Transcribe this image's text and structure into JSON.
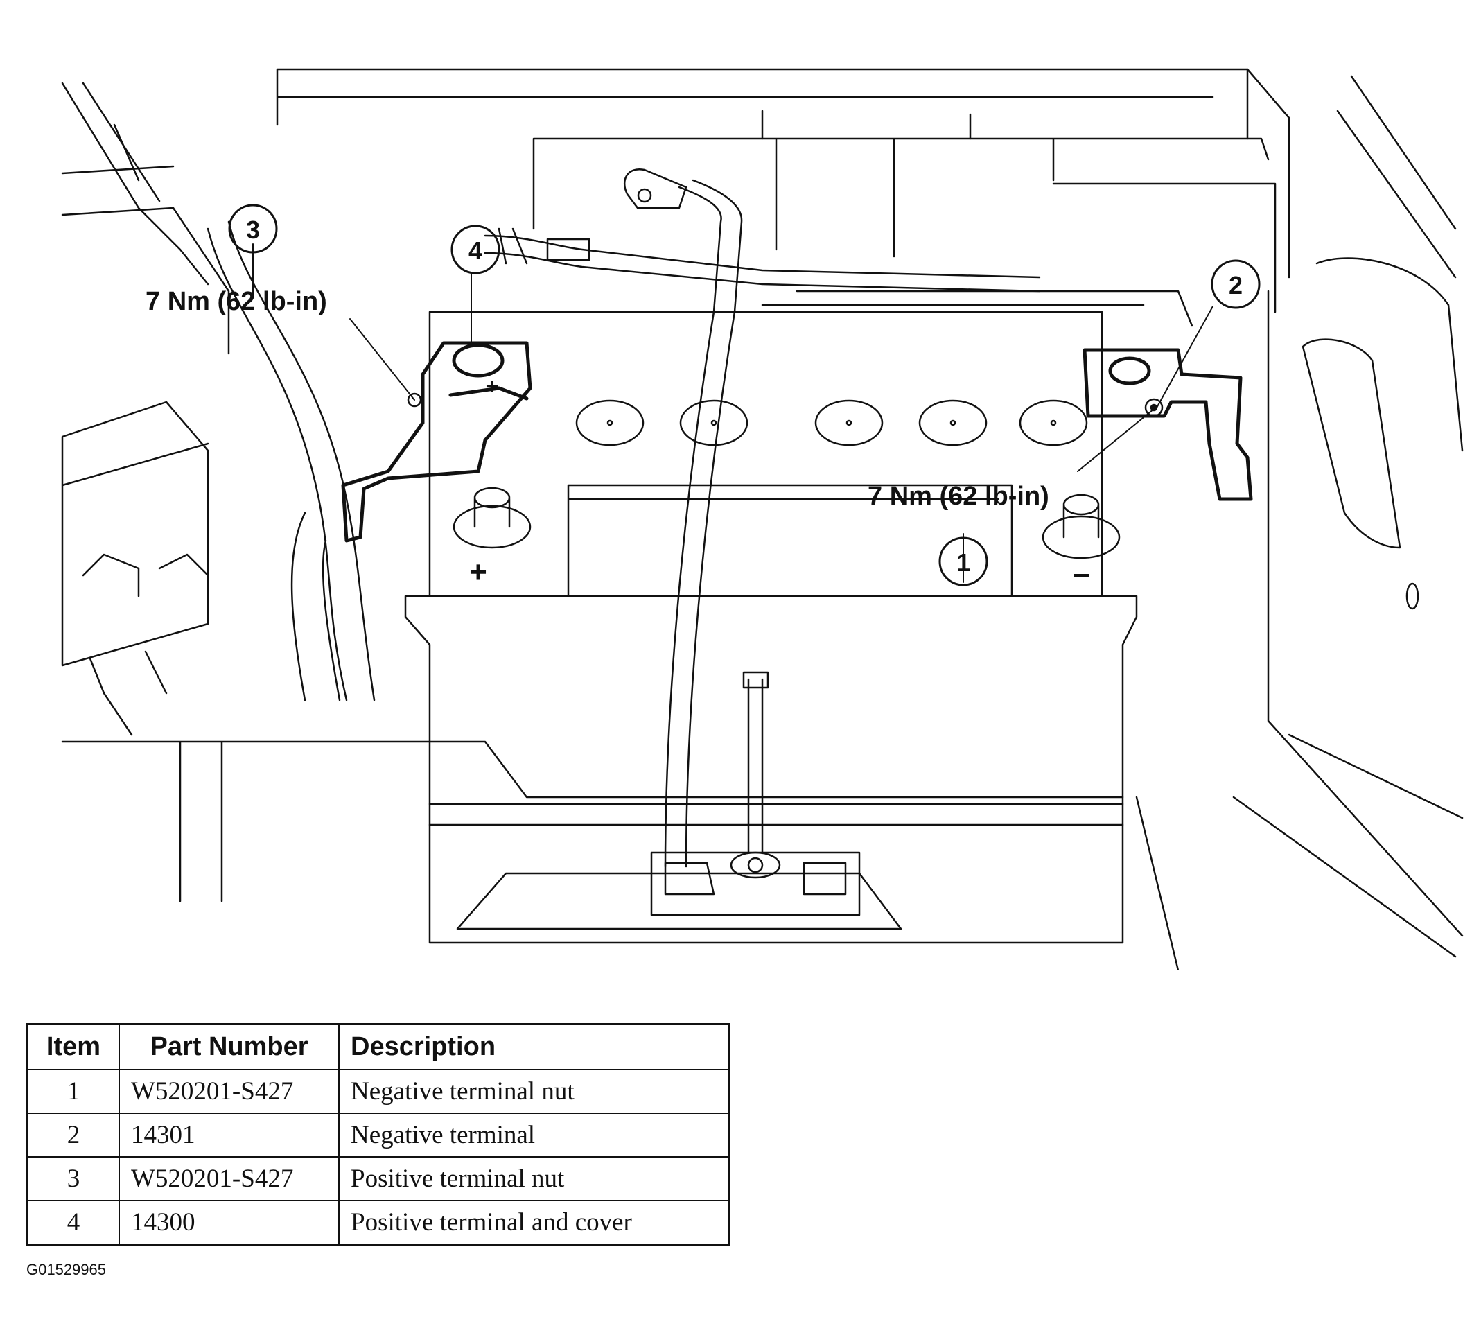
{
  "diagram": {
    "callouts": [
      {
        "id": "1",
        "label": "1"
      },
      {
        "id": "2",
        "label": "2"
      },
      {
        "id": "3",
        "label": "3"
      },
      {
        "id": "4",
        "label": "4"
      }
    ],
    "torque_left": "7 Nm (62 lb-in)",
    "torque_right": "7 Nm (62 lb-in)",
    "terminal_marks": {
      "plus": "+",
      "minus": "−"
    }
  },
  "table": {
    "headers": {
      "item": "Item",
      "part_number": "Part Number",
      "description": "Description"
    },
    "rows": [
      {
        "item": "1",
        "part_number": "W520201-S427",
        "description": "Negative terminal nut"
      },
      {
        "item": "2",
        "part_number": "14301",
        "description": "Negative terminal"
      },
      {
        "item": "3",
        "part_number": "W520201-S427",
        "description": "Positive terminal nut"
      },
      {
        "item": "4",
        "part_number": "14300",
        "description": "Positive terminal and cover"
      }
    ]
  },
  "figure_id": "G01529965"
}
